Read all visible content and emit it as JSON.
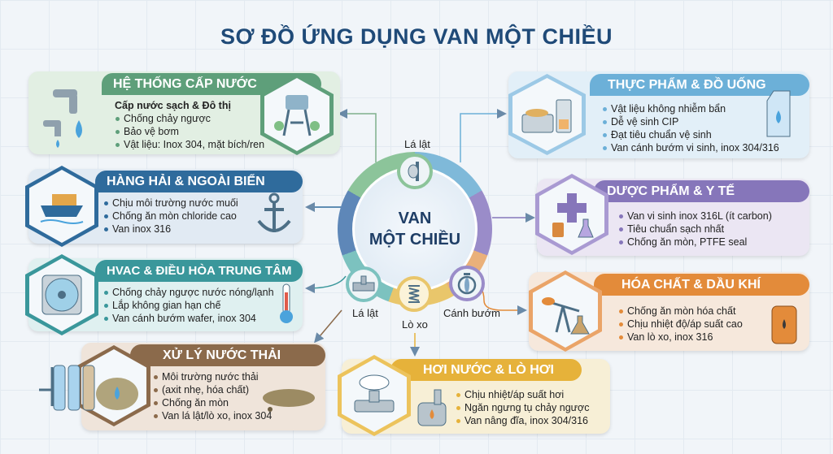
{
  "title": "SƠ ĐỒ ỨNG DỤNG VAN MỘT CHIỀU",
  "center": {
    "line1": "VAN",
    "line2": "MỘT CHIỀU",
    "types": {
      "top": "Lá lật",
      "left": "Lá lật",
      "bottom": "Lò xo",
      "right": "Cánh bướm"
    }
  },
  "cards": {
    "water": {
      "title": "HỆ THỐNG CẤP NƯỚC",
      "subtitle": "Cấp nước sạch & Đô thị",
      "items": [
        "Chống chảy ngược",
        "Bảo vệ bơm",
        "Vật liệu: Inox 304, mặt bích/ren"
      ],
      "color": "#5e9f7a"
    },
    "marine": {
      "title": "HÀNG HẢI & NGOÀI BIỂN",
      "items": [
        "Chịu môi trường nước muối",
        "Chống ăn mòn chloride cao",
        "Van inox 316"
      ],
      "color": "#2f6b9c"
    },
    "hvac": {
      "title": "HVAC & ĐIỀU HÒA TRUNG TÂM",
      "items": [
        "Chống chảy ngược nước nóng/lạnh",
        "Lắp không gian hạn chế",
        "Van cánh bướm wafer, inox 304"
      ],
      "color": "#3a979b"
    },
    "waste": {
      "title": "XỬ LÝ NƯỚC THẢI",
      "items": [
        "Môi trường nước thải",
        "(axit nhẹ, hóa chất)",
        "Chống ăn mòn",
        "Van lá lật/lò xo, inox 304"
      ],
      "color": "#8b6a4b"
    },
    "food": {
      "title": "THỰC PHẨM & ĐỒ UỐNG",
      "items": [
        "Vật liệu không nhiễm bẩn",
        "Dễ vệ sinh CIP",
        "Đạt tiêu chuẩn vệ sinh",
        "Van cánh bướm vi sinh, inox 304/316"
      ],
      "color": "#6cb0d8"
    },
    "pharma": {
      "title": "DƯỢC PHẨM & Y TẾ",
      "items": [
        "Van vi sinh inox 316L (ít carbon)",
        "Tiêu chuẩn sạch nhất",
        "Chống ăn mòn, PTFE seal"
      ],
      "color": "#8676ba"
    },
    "chem": {
      "title": "HÓA CHẤT & DẦU KHÍ",
      "items": [
        "Chống ăn mòn hóa chất",
        "Chịu nhiệt độ/áp suất cao",
        "Van lò xo, inox 316"
      ],
      "color": "#e38b3a"
    },
    "steam": {
      "title": "HƠI NƯỚC & LÒ HƠI",
      "items": [
        "Chịu nhiệt/áp suất hơi",
        "Ngăn ngưng tụ chảy ngược",
        "Van nâng đĩa, inox 304/316"
      ],
      "color": "#e6b23a"
    }
  }
}
